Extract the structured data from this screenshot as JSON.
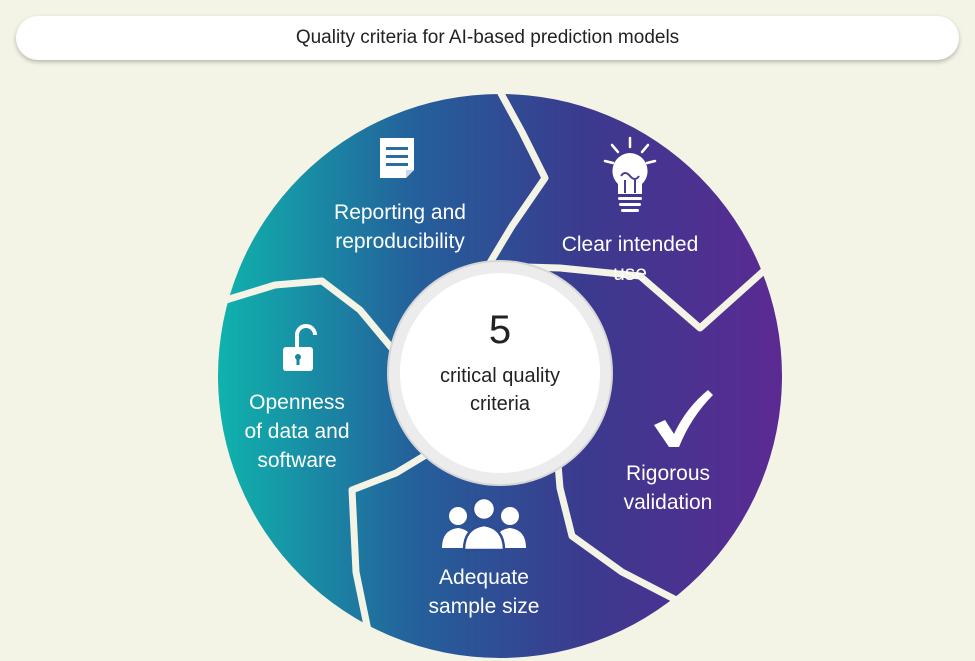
{
  "title": "Quality criteria for AI-based prediction models",
  "center": {
    "number": "5",
    "line1": "critical quality",
    "line2": "criteria"
  },
  "segments": [
    {
      "id": "reporting",
      "icon": "document-icon",
      "line1": "Reporting and",
      "line2": "reproducibility"
    },
    {
      "id": "intended-use",
      "icon": "lightbulb-icon",
      "line1": "Clear intended",
      "line2": "use"
    },
    {
      "id": "validation",
      "icon": "checkmark-icon",
      "line1": "Rigorous",
      "line2": "validation"
    },
    {
      "id": "sample-size",
      "icon": "people-icon",
      "line1": "Adequate",
      "line2": "sample size"
    },
    {
      "id": "openness",
      "icon": "unlock-icon",
      "line1": "Openness",
      "line2": "of data and",
      "line3": "software"
    }
  ],
  "colors": {
    "teal": "#0fb3ad",
    "blue": "#24609b",
    "indigo": "#3b3a8e",
    "purple": "#5b2a93",
    "background": "#f3f3e6"
  }
}
